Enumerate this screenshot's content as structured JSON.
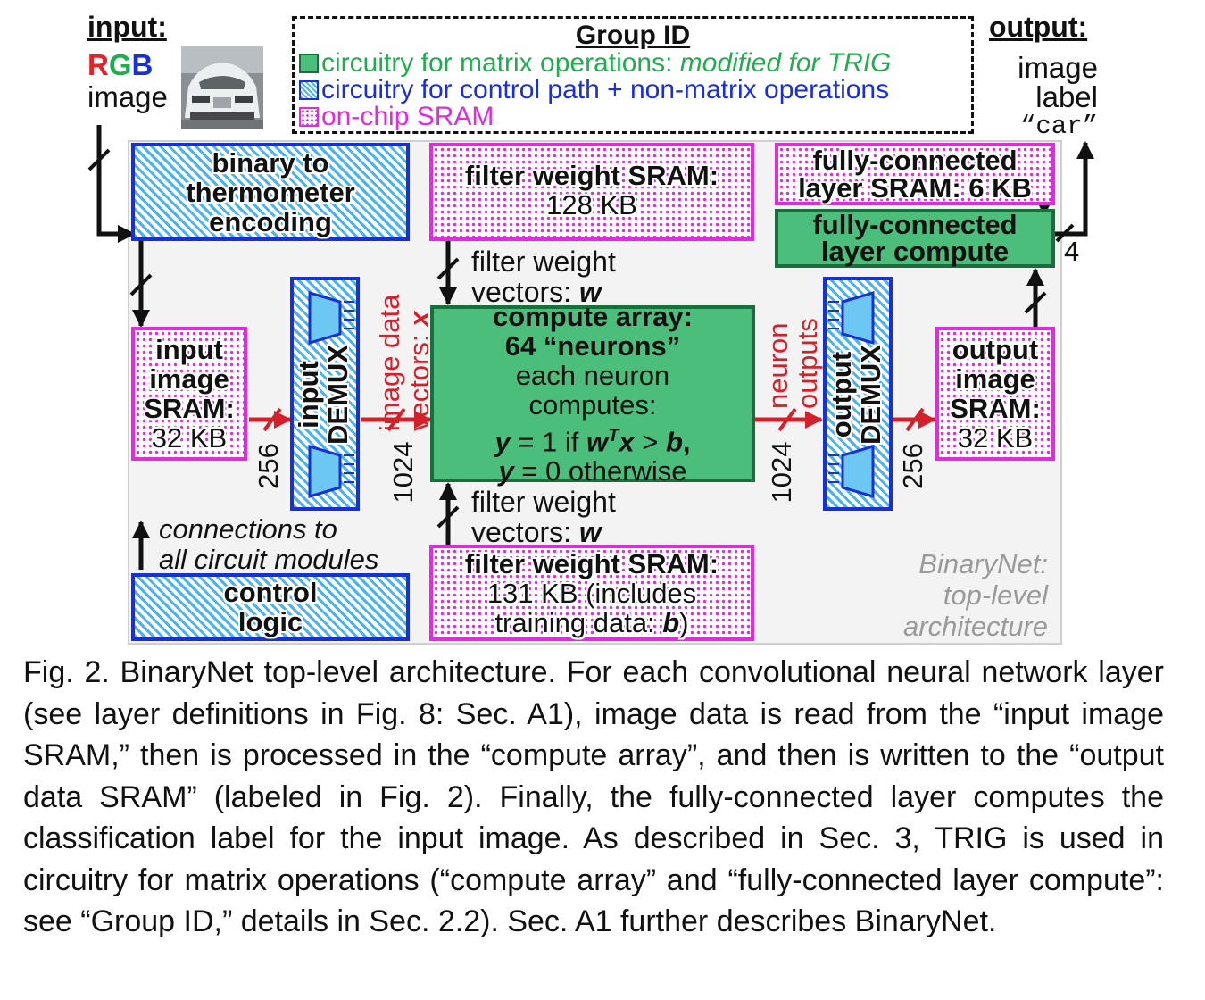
{
  "input": {
    "header": "input:",
    "rgb": {
      "r": "R",
      "g": "G",
      "b": "B"
    },
    "image_word": "image"
  },
  "output": {
    "header": "output:",
    "line1": "image",
    "line2": "label",
    "line3": "“car”"
  },
  "group_id": {
    "title": "Group ID",
    "matrix": {
      "text": "circuitry for matrix operations: ",
      "emph": "modified for TRIG",
      "color": "#1fae4e"
    },
    "control": {
      "text": "circuitry for control path + non-matrix operations",
      "color": "#1a2fd8"
    },
    "sram": {
      "text": "on-chip SRAM",
      "color": "#e22be0"
    }
  },
  "blocks": {
    "b2t": [
      "binary to",
      "thermometer",
      "encoding"
    ],
    "fw_top": {
      "title": "filter weight SRAM:",
      "size": "128 KB"
    },
    "fc_sram": [
      "fully-connected",
      "layer SRAM: 6 KB"
    ],
    "fc_compute": [
      "fully-connected",
      "layer compute"
    ],
    "in_sram": [
      "input",
      "image",
      "SRAM:",
      "32 KB"
    ],
    "in_demux": [
      "input",
      "DEMUX"
    ],
    "compute": {
      "l1": "compute array:",
      "l2": "64 “neurons”",
      "l3": "each neuron",
      "l4": "computes:",
      "l5": {
        "a": "y",
        "b": " = 1 if ",
        "c": "w",
        "d": "T",
        "e": "x",
        "f": " > ",
        "g": "b",
        "h": ","
      },
      "l6": {
        "a": "y",
        "b": " = 0 otherwise"
      }
    },
    "out_demux": [
      "output",
      "DEMUX"
    ],
    "out_sram": [
      "output",
      "image",
      "SRAM:",
      "32 KB"
    ],
    "control": [
      "control",
      "logic"
    ],
    "fw_bot": {
      "l1": "filter weight SRAM:",
      "l2": "131 KB (includes",
      "l3a": "training data: ",
      "l3b": "b",
      "l3c": ")"
    }
  },
  "labels": {
    "fw_vec_top": {
      "l1": "filter weight",
      "l2": "vectors: ",
      "v": "w"
    },
    "fw_vec_bot": {
      "l1": "filter weight",
      "l2": "vectors: ",
      "v": "w"
    },
    "image_data": {
      "l1": "image data",
      "l2": "vectors: ",
      "v": "x"
    },
    "neuron_out": [
      "neuron",
      "outputs"
    ],
    "connections": [
      "connections to",
      "all circuit modules"
    ],
    "w256a": "256",
    "w1024a": "1024",
    "w1024b": "1024",
    "w256b": "256",
    "w4": "4"
  },
  "watermark": [
    "BinaryNet:",
    "top-level",
    "architecture"
  ],
  "caption": "Fig. 2. BinaryNet top-level architecture. For each convolutional neural network layer (see layer definitions in Fig. 8: Sec. A1), image data is read from the “input image SRAM,” then is processed in the “compute array”, and then is written to the “output data SRAM” (labeled in Fig. 2). Finally, the fully-connected layer computes the classification label for the input image. As described in Sec. 3, TRIG is used in circuitry for matrix operations (“compute array” and “fully-connected layer compute”: see “Group ID,” details in Sec. 2.2). Sec. A1 further describes BinaryNet.",
  "colors": {
    "sram": "#e22be0",
    "control": "#1830d8",
    "matrix": "#4cbe7c",
    "flow": "#d4202a",
    "r": "#e8202a",
    "g": "#1fae4e",
    "b": "#1a2fd8"
  }
}
